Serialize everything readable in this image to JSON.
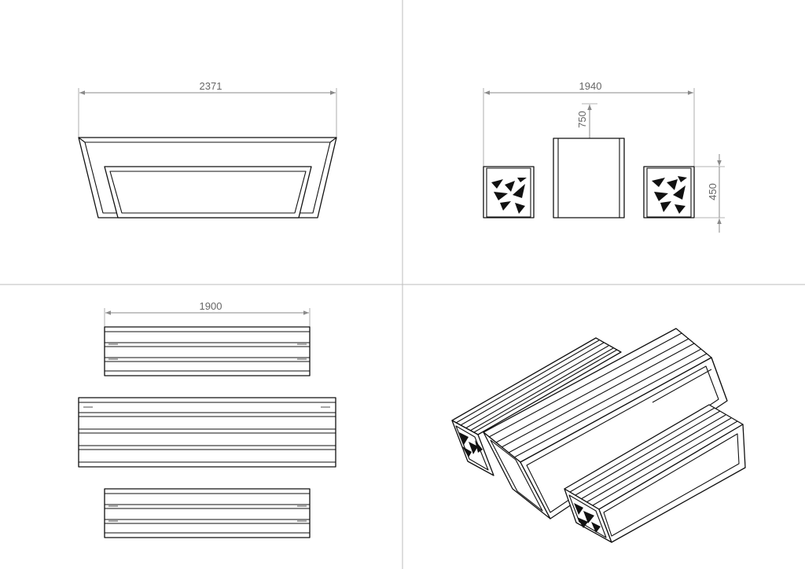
{
  "drawing": {
    "views": [
      {
        "id": "front",
        "dimensions": {
          "width": "2371"
        }
      },
      {
        "id": "side",
        "dimensions": {
          "width": "1940",
          "table_height": "750",
          "bench_height": "450"
        }
      },
      {
        "id": "top",
        "dimensions": {
          "bench_length": "1900"
        }
      },
      {
        "id": "isometric"
      }
    ]
  },
  "colors": {
    "line": "#111111",
    "dimension": "#8a8a8a",
    "frame": "#bdbdbd",
    "background": "#ffffff"
  }
}
